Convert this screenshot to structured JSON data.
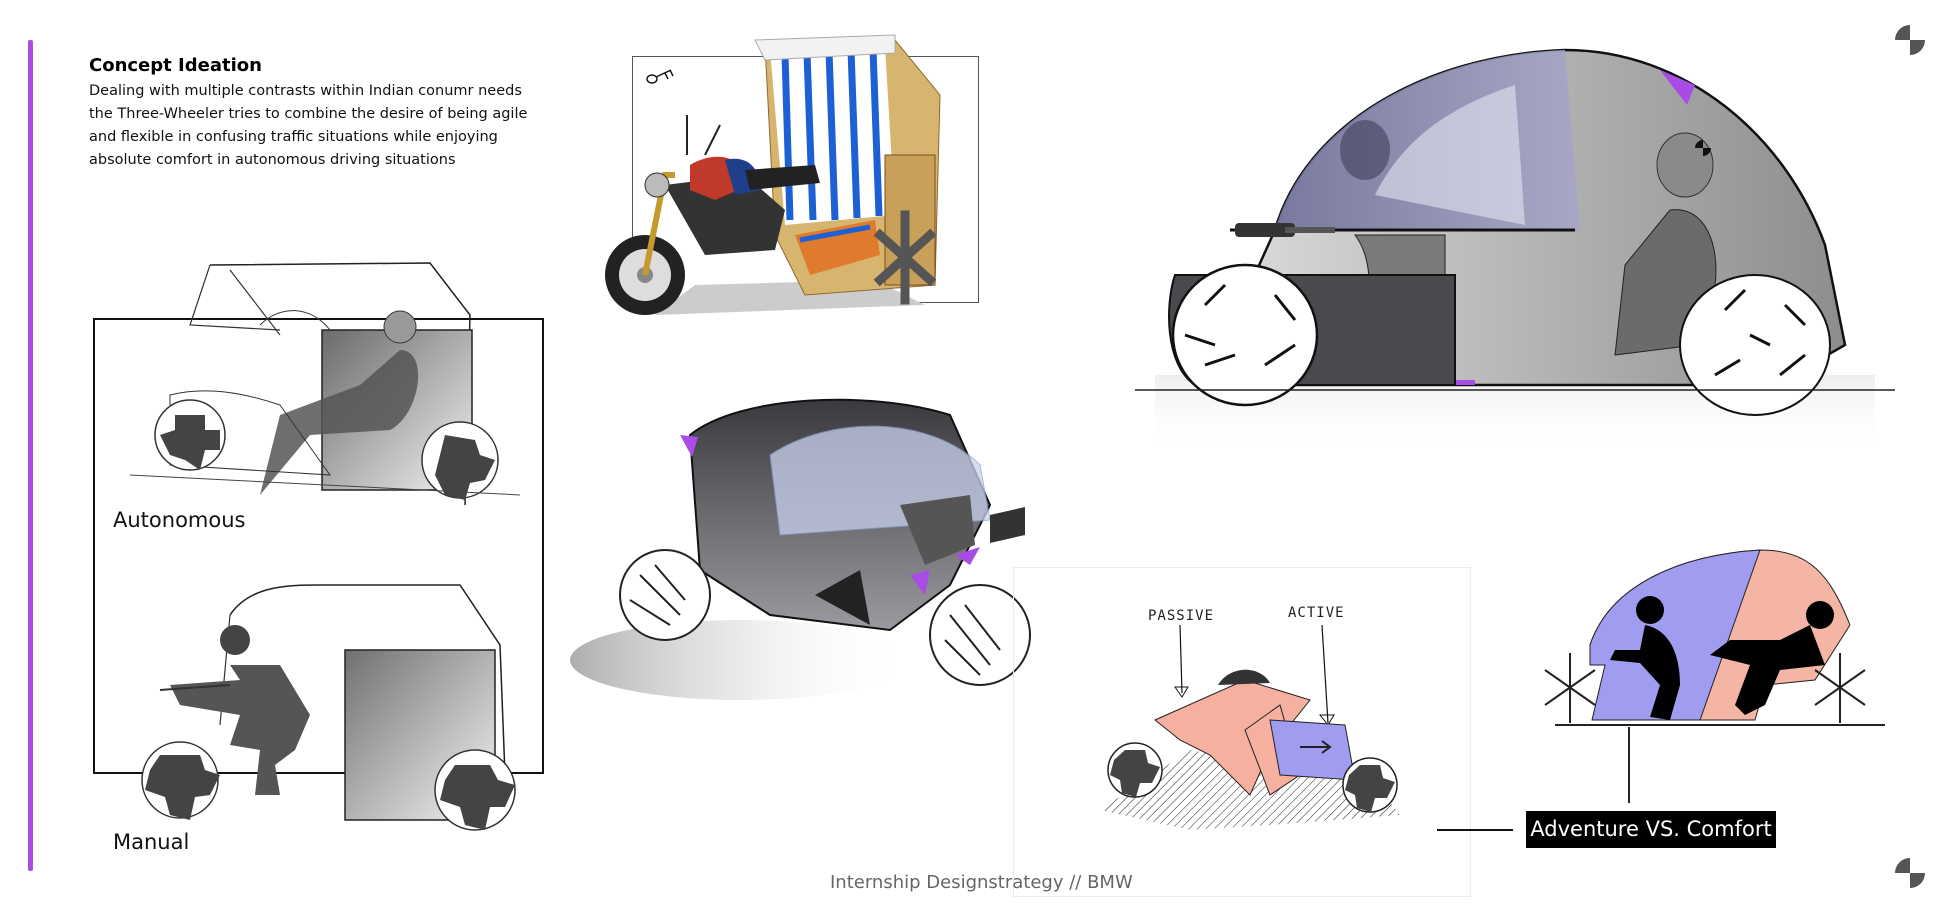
{
  "header": {
    "title": "Concept Ideation",
    "description": "Dealing with multiple contrasts within Indian conumr needs the Three-Wheeler tries to combine the desire of being agile and flexible in confusing traffic situations while enjoying absolute comfort in autonomous driving situations"
  },
  "sketches": {
    "autonomous_label": "Autonomous",
    "manual_label": "Manual",
    "passive_label": "PASSIVE",
    "active_label": "ACTIVE"
  },
  "diagram": {
    "label": "Adventure VS. Comfort",
    "adventure_color": "#a09cf0",
    "comfort_color": "#f5b5a5"
  },
  "footer": {
    "text": "Internship Designstrategy // BMW"
  },
  "colors": {
    "accent": "#a94ce6",
    "logo": "#555555"
  },
  "icons": {
    "top_logo": "bmw-roundel-icon",
    "bottom_logo": "bmw-roundel-icon",
    "key": "key-doodle-icon"
  }
}
